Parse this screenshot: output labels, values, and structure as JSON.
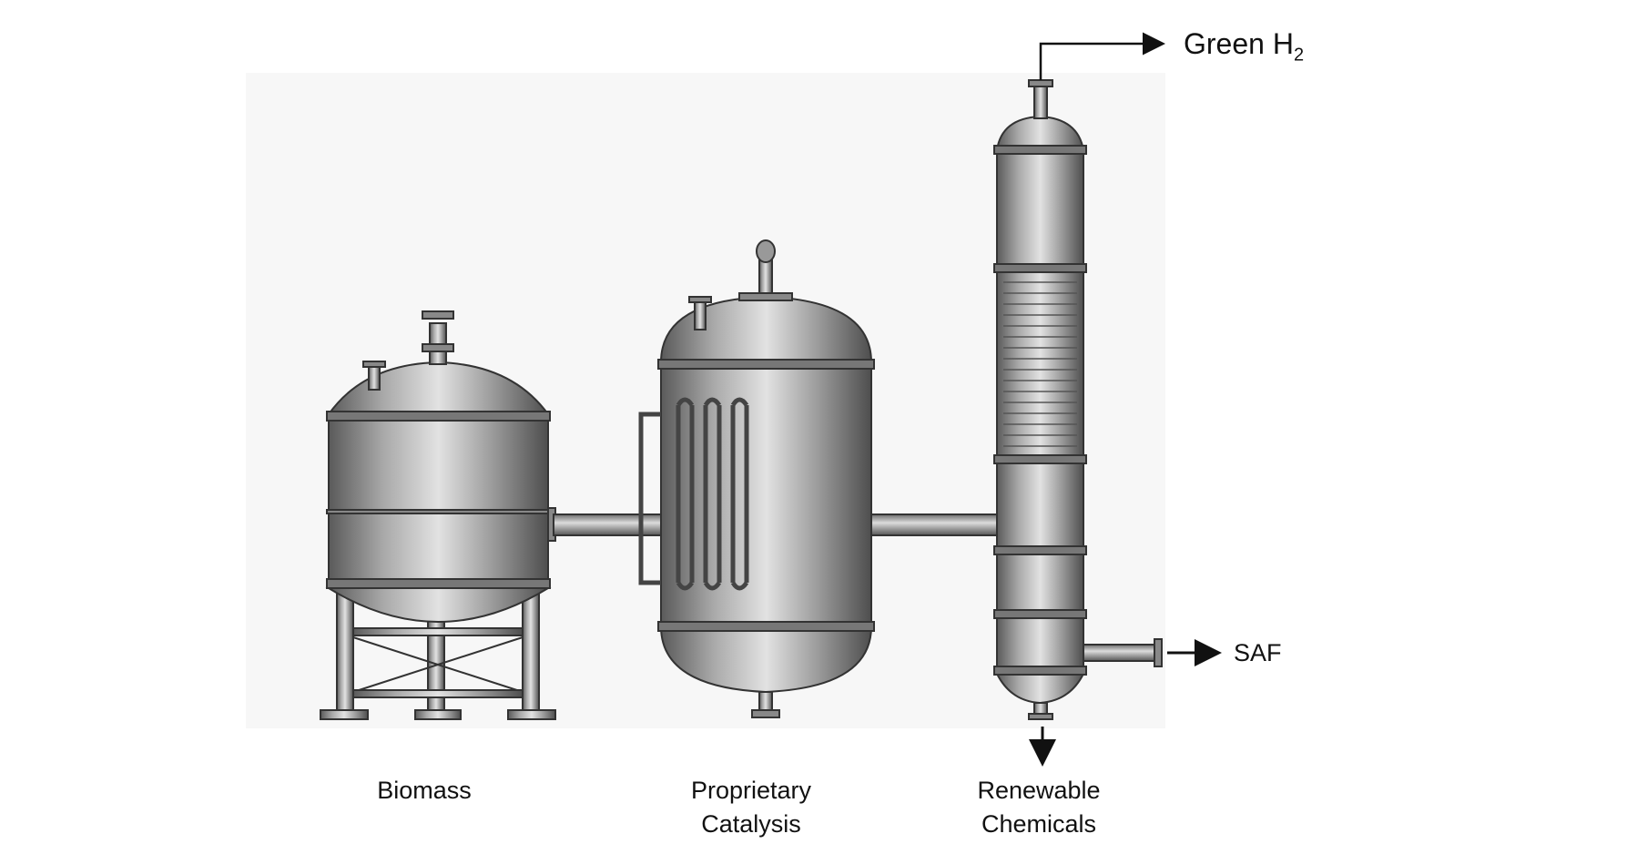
{
  "diagram": {
    "stages": [
      {
        "label_lines": [
          "Biomass"
        ]
      },
      {
        "label_lines": [
          "Proprietary",
          "Catalysis"
        ]
      },
      {
        "label_lines": [
          "Renewable",
          "Chemicals"
        ]
      }
    ],
    "outputs": {
      "top": {
        "text": "Green H",
        "subscript": "2"
      },
      "side": {
        "text": "SAF"
      }
    },
    "colors": {
      "metal_dark": "#555555",
      "metal_light": "#d8d8d8",
      "ink": "#111111"
    }
  }
}
